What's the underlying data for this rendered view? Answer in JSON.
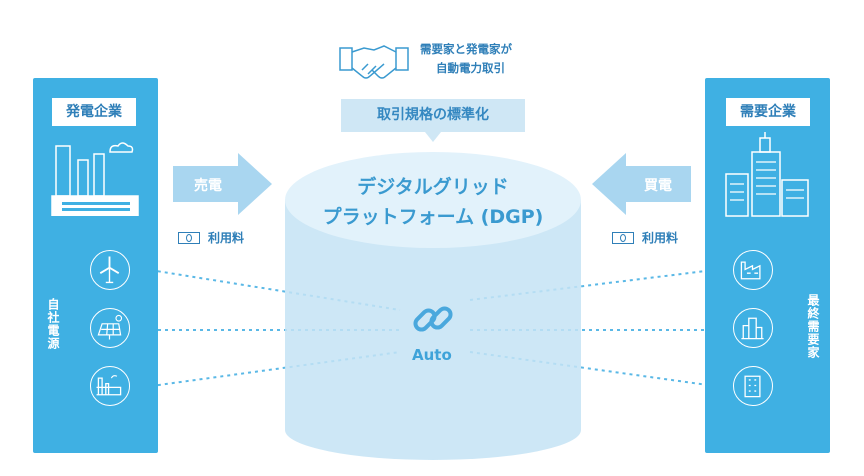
{
  "header": {
    "handshake_line1": "需要家と発電家が",
    "handshake_line2": "自動電力取引",
    "standard_label": "取引規格の標準化"
  },
  "left_panel": {
    "title": "発電企業",
    "vertical_label": "自社電源",
    "icons": [
      "wind-turbine-icon",
      "solar-panel-icon",
      "power-plant-icon"
    ]
  },
  "right_panel": {
    "title": "需要企業",
    "vertical_label": "最終需要家",
    "icons": [
      "factory-icon",
      "office-buildings-icon",
      "building-icon"
    ]
  },
  "sell_arrow": {
    "label": "売電",
    "fee_label": "利用料"
  },
  "buy_arrow": {
    "label": "買電",
    "fee_label": "利用料"
  },
  "platform": {
    "line1": "デジタルグリッド",
    "line2": "プラットフォーム (DGP)",
    "auto_label": "Auto"
  },
  "colors": {
    "panel_blue": "#3fb0e3",
    "arrow_light_blue": "#a9d6f0",
    "cylinder_top": "#e2f2fb",
    "cylinder_body": "#c4e3f4",
    "text_dark_blue": "#2f7fb8"
  }
}
